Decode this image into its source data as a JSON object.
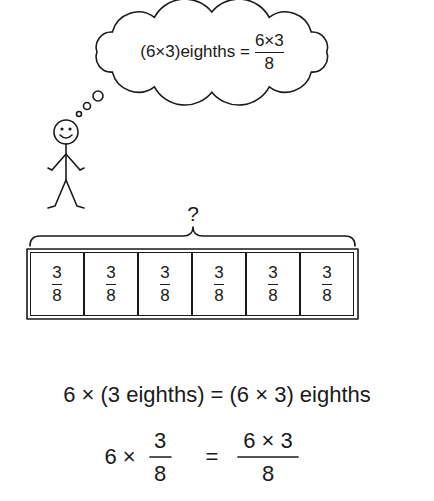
{
  "diagram": {
    "nodes": [
      {
        "text": [
          "(6×3)eighths =",
          "6×3",
          "8"
        ]
      },
      {
        "text": [
          "3",
          "8"
        ]
      },
      {
        "text": [
          "3",
          "8"
        ]
      },
      {
        "text": [
          "3",
          "8"
        ]
      },
      {
        "text": [
          "3",
          "8"
        ]
      },
      {
        "text": [
          "3",
          "8"
        ]
      },
      {
        "text": [
          "3",
          "8"
        ]
      }
    ],
    "labels": [
      "?",
      "6 × (3 eighths) = (6 × 3) eighths",
      "6 ×",
      "3",
      "8",
      "=",
      "6 × 3",
      "8"
    ]
  }
}
